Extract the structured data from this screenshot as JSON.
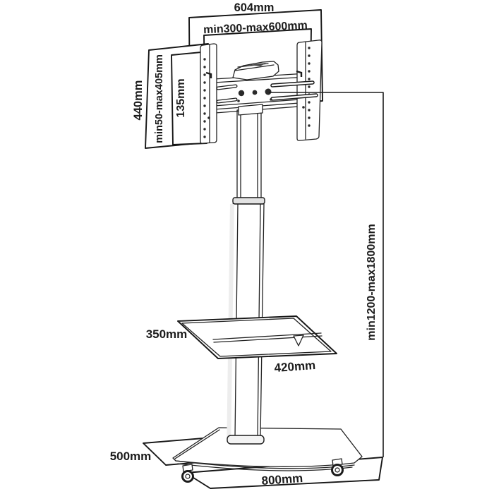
{
  "diagram": {
    "kind": "tv-floor-stand-dimension-drawing",
    "labels": {
      "top_width": "604mm",
      "vesa_width_range": "min300-max600mm",
      "bracket_height": "440mm",
      "vesa_height_range": "min50-max405mm",
      "plate_height": "135mm",
      "stand_height_range": "min1200-max1800mm",
      "shelf_depth": "350mm",
      "shelf_width": "420mm",
      "base_depth": "500mm",
      "base_width": "800mm"
    },
    "colors": {
      "line": "#1b1b1b",
      "background": "#ffffff",
      "hole_fill": "#2a2a2a"
    }
  }
}
